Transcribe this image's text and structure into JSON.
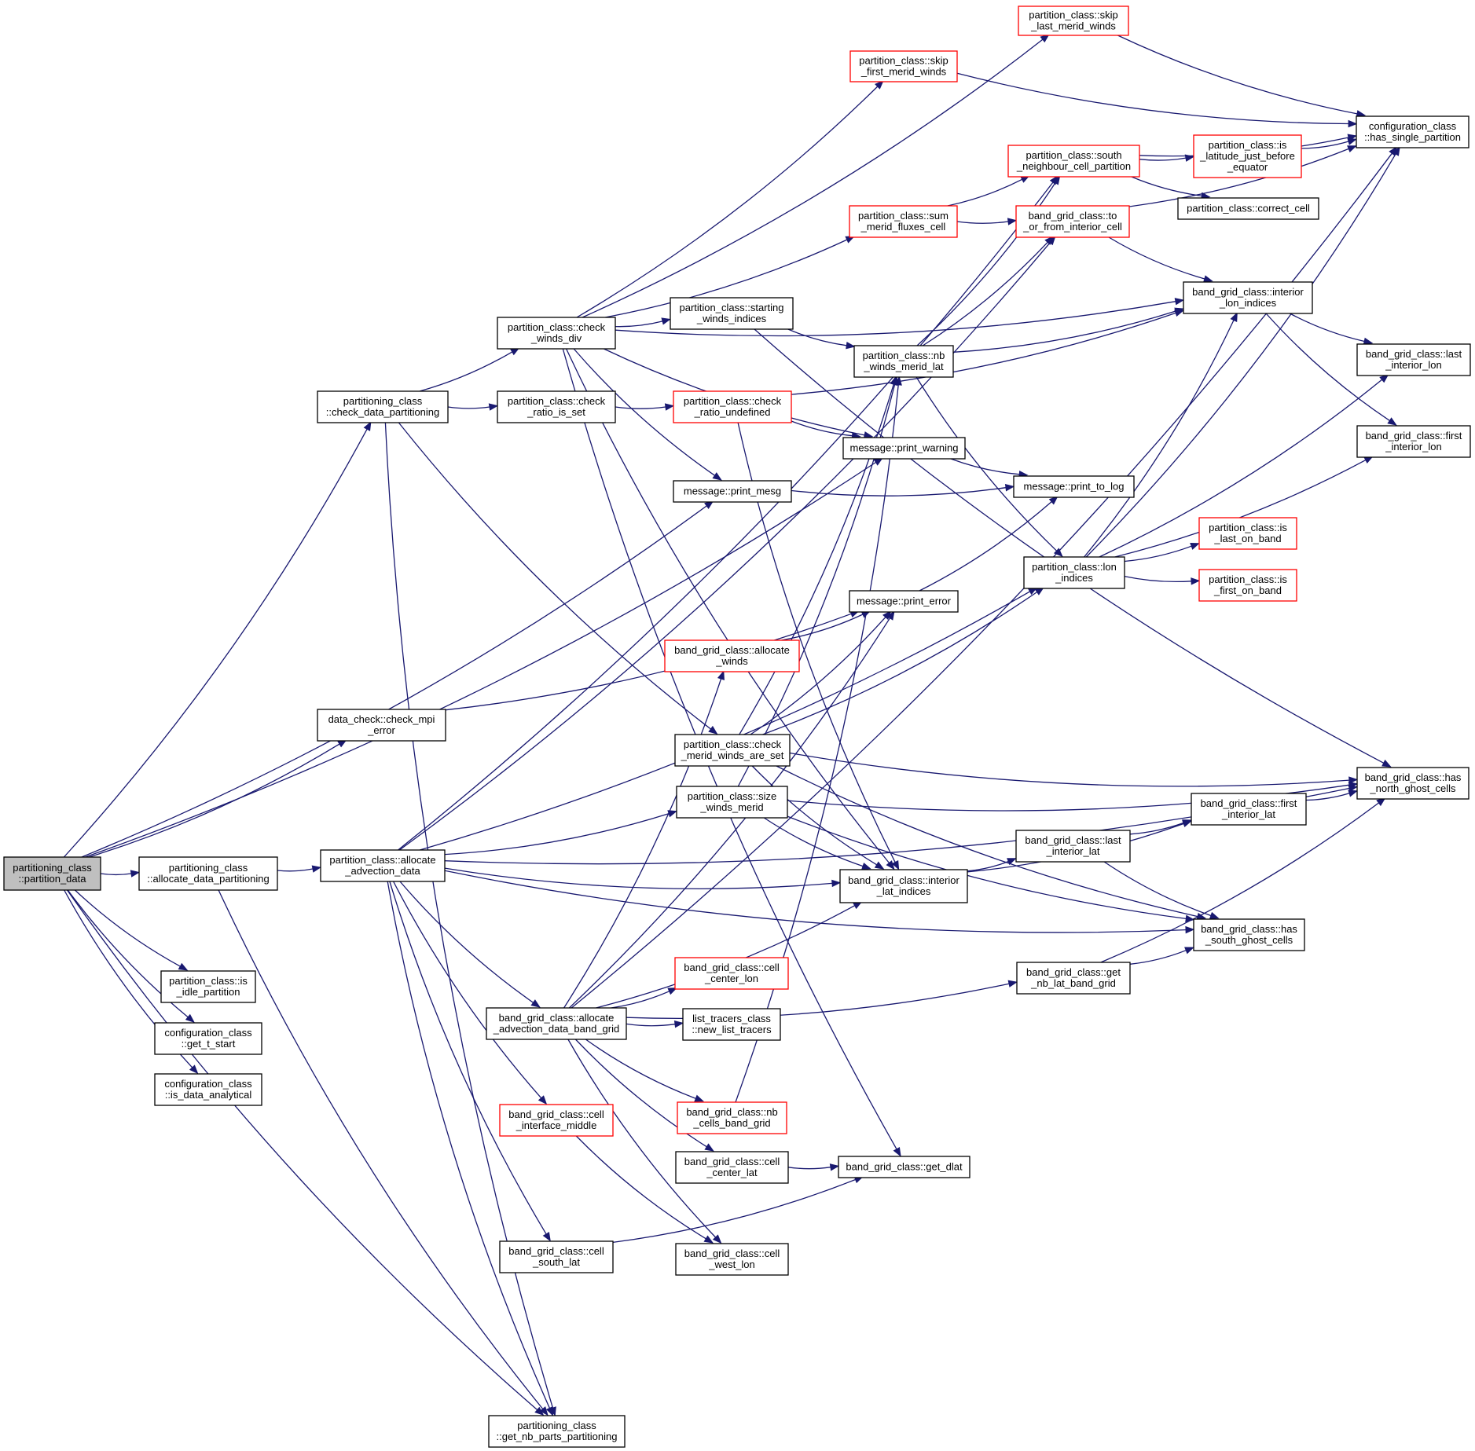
{
  "colors": {
    "edge": "#191970",
    "node_border": "#000000",
    "red_border": "#ff0000",
    "root_fill": "#bfbfbf"
  },
  "nodes": [
    {
      "id": "partition_data",
      "lines": [
        "partitioning_class",
        "::partition_data"
      ],
      "style": "root"
    },
    {
      "id": "check_data_partitioning",
      "lines": [
        "partitioning_class",
        "::check_data_partitioning"
      ],
      "style": "normal"
    },
    {
      "id": "allocate_data_partitioning",
      "lines": [
        "partitioning_class",
        "::allocate_data_partitioning"
      ],
      "style": "normal"
    },
    {
      "id": "check_mpi_error",
      "lines": [
        "data_check::check_mpi",
        "_error"
      ],
      "style": "normal"
    },
    {
      "id": "is_idle_partition",
      "lines": [
        "partition_class::is",
        "_idle_partition"
      ],
      "style": "normal"
    },
    {
      "id": "get_t_start",
      "lines": [
        "configuration_class",
        "::get_t_start"
      ],
      "style": "normal"
    },
    {
      "id": "is_data_analytical",
      "lines": [
        "configuration_class",
        "::is_data_analytical"
      ],
      "style": "normal"
    },
    {
      "id": "check_winds_div",
      "lines": [
        "partition_class::check",
        "_winds_div"
      ],
      "style": "normal"
    },
    {
      "id": "check_ratio_is_set",
      "lines": [
        "partition_class::check",
        "_ratio_is_set"
      ],
      "style": "normal"
    },
    {
      "id": "allocate_advection_data",
      "lines": [
        "partition_class::allocate",
        "_advection_data"
      ],
      "style": "normal"
    },
    {
      "id": "allocate_advection_data_band_grid",
      "lines": [
        "band_grid_class::allocate",
        "_advection_data_band_grid"
      ],
      "style": "normal"
    },
    {
      "id": "cell_interface_middle",
      "lines": [
        "band_grid_class::cell",
        "_interface_middle"
      ],
      "style": "red"
    },
    {
      "id": "cell_south_lat",
      "lines": [
        "band_grid_class::cell",
        "_south_lat"
      ],
      "style": "normal"
    },
    {
      "id": "get_nb_parts_partitioning",
      "lines": [
        "partitioning_class",
        "::get_nb_parts_partitioning"
      ],
      "style": "normal"
    },
    {
      "id": "skip_first_merid_winds",
      "lines": [
        "partition_class::skip",
        "_first_merid_winds"
      ],
      "style": "red"
    },
    {
      "id": "starting_winds_indices",
      "lines": [
        "partition_class::starting",
        "_winds_indices"
      ],
      "style": "normal"
    },
    {
      "id": "check_ratio_undefined",
      "lines": [
        "partition_class::check",
        "_ratio_undefined"
      ],
      "style": "red"
    },
    {
      "id": "print_mesg",
      "lines": [
        "message::print_mesg"
      ],
      "style": "normal"
    },
    {
      "id": "allocate_winds",
      "lines": [
        "band_grid_class::allocate",
        "_winds"
      ],
      "style": "red"
    },
    {
      "id": "check_merid_winds_are_set",
      "lines": [
        "partition_class::check",
        "_merid_winds_are_set"
      ],
      "style": "normal"
    },
    {
      "id": "size_winds_merid",
      "lines": [
        "partition_class::size",
        "_winds_merid"
      ],
      "style": "normal"
    },
    {
      "id": "cell_center_lon",
      "lines": [
        "band_grid_class::cell",
        "_center_lon"
      ],
      "style": "red"
    },
    {
      "id": "new_list_tracers",
      "lines": [
        "list_tracers_class",
        "::new_list_tracers"
      ],
      "style": "normal"
    },
    {
      "id": "nb_cells_band_grid",
      "lines": [
        "band_grid_class::nb",
        "_cells_band_grid"
      ],
      "style": "red"
    },
    {
      "id": "cell_center_lat",
      "lines": [
        "band_grid_class::cell",
        "_center_lat"
      ],
      "style": "normal"
    },
    {
      "id": "cell_west_lon",
      "lines": [
        "band_grid_class::cell",
        "_west_lon"
      ],
      "style": "normal"
    },
    {
      "id": "sum_merid_fluxes_cell",
      "lines": [
        "partition_class::sum",
        "_merid_fluxes_cell"
      ],
      "style": "red"
    },
    {
      "id": "nb_winds_merid_lat",
      "lines": [
        "partition_class::nb",
        "_winds_merid_lat"
      ],
      "style": "normal"
    },
    {
      "id": "print_warning",
      "lines": [
        "message::print_warning"
      ],
      "style": "normal"
    },
    {
      "id": "print_error",
      "lines": [
        "message::print_error"
      ],
      "style": "normal"
    },
    {
      "id": "interior_lat_indices",
      "lines": [
        "band_grid_class::interior",
        "_lat_indices"
      ],
      "style": "normal"
    },
    {
      "id": "get_dlat",
      "lines": [
        "band_grid_class::get_dlat"
      ],
      "style": "normal"
    },
    {
      "id": "skip_last_merid_winds",
      "lines": [
        "partition_class::skip",
        "_last_merid_winds"
      ],
      "style": "red"
    },
    {
      "id": "south_neighbour_cell_partition",
      "lines": [
        "partition_class::south",
        "_neighbour_cell_partition"
      ],
      "style": "red"
    },
    {
      "id": "to_or_from_interior_cell",
      "lines": [
        "band_grid_class::to",
        "_or_from_interior_cell"
      ],
      "style": "red"
    },
    {
      "id": "print_to_log",
      "lines": [
        "message::print_to_log"
      ],
      "style": "normal"
    },
    {
      "id": "lon_indices",
      "lines": [
        "partition_class::lon",
        "_indices"
      ],
      "style": "normal"
    },
    {
      "id": "last_interior_lat",
      "lines": [
        "band_grid_class::last",
        "_interior_lat"
      ],
      "style": "normal"
    },
    {
      "id": "get_nb_lat_band_grid",
      "lines": [
        "band_grid_class::get",
        "_nb_lat_band_grid"
      ],
      "style": "normal"
    },
    {
      "id": "is_latitude_just_before_equator",
      "lines": [
        "partition_class::is",
        "_latitude_just_before",
        "_equator"
      ],
      "style": "red"
    },
    {
      "id": "correct_cell",
      "lines": [
        "partition_class::correct_cell"
      ],
      "style": "normal"
    },
    {
      "id": "interior_lon_indices",
      "lines": [
        "band_grid_class::interior",
        "_lon_indices"
      ],
      "style": "normal"
    },
    {
      "id": "is_last_on_band",
      "lines": [
        "partition_class::is",
        "_last_on_band"
      ],
      "style": "red"
    },
    {
      "id": "is_first_on_band",
      "lines": [
        "partition_class::is",
        "_first_on_band"
      ],
      "style": "red"
    },
    {
      "id": "first_interior_lat",
      "lines": [
        "band_grid_class::first",
        "_interior_lat"
      ],
      "style": "normal"
    },
    {
      "id": "has_south_ghost_cells",
      "lines": [
        "band_grid_class::has",
        "_south_ghost_cells"
      ],
      "style": "normal"
    },
    {
      "id": "has_single_partition",
      "lines": [
        "configuration_class",
        "::has_single_partition"
      ],
      "style": "normal"
    },
    {
      "id": "last_interior_lon",
      "lines": [
        "band_grid_class::last",
        "_interior_lon"
      ],
      "style": "normal"
    },
    {
      "id": "first_interior_lon",
      "lines": [
        "band_grid_class::first",
        "_interior_lon"
      ],
      "style": "normal"
    },
    {
      "id": "has_north_ghost_cells",
      "lines": [
        "band_grid_class::has",
        "_north_ghost_cells"
      ],
      "style": "normal"
    }
  ],
  "edges": [
    [
      "partition_data",
      "check_data_partitioning"
    ],
    [
      "partition_data",
      "allocate_data_partitioning"
    ],
    [
      "partition_data",
      "check_mpi_error"
    ],
    [
      "partition_data",
      "is_idle_partition"
    ],
    [
      "partition_data",
      "get_t_start"
    ],
    [
      "partition_data",
      "is_data_analytical"
    ],
    [
      "partition_data",
      "print_mesg"
    ],
    [
      "partition_data",
      "print_warning"
    ],
    [
      "partition_data",
      "get_nb_parts_partitioning"
    ],
    [
      "check_data_partitioning",
      "check_winds_div"
    ],
    [
      "check_data_partitioning",
      "check_ratio_is_set"
    ],
    [
      "check_data_partitioning",
      "check_merid_winds_are_set"
    ],
    [
      "check_data_partitioning",
      "get_nb_parts_partitioning"
    ],
    [
      "allocate_data_partitioning",
      "allocate_advection_data"
    ],
    [
      "allocate_data_partitioning",
      "get_nb_parts_partitioning"
    ],
    [
      "check_mpi_error",
      "print_error"
    ],
    [
      "check_winds_div",
      "skip_first_merid_winds"
    ],
    [
      "check_winds_div",
      "skip_last_merid_winds"
    ],
    [
      "check_winds_div",
      "starting_winds_indices"
    ],
    [
      "check_winds_div",
      "sum_merid_fluxes_cell"
    ],
    [
      "check_winds_div",
      "interior_lon_indices"
    ],
    [
      "check_winds_div",
      "print_mesg"
    ],
    [
      "check_winds_div",
      "print_warning"
    ],
    [
      "check_winds_div",
      "interior_lat_indices"
    ],
    [
      "check_winds_div",
      "get_dlat"
    ],
    [
      "check_ratio_is_set",
      "check_ratio_undefined"
    ],
    [
      "check_ratio_undefined",
      "print_warning"
    ],
    [
      "check_ratio_undefined",
      "interior_lon_indices"
    ],
    [
      "check_ratio_undefined",
      "interior_lat_indices"
    ],
    [
      "allocate_advection_data",
      "allocate_advection_data_band_grid"
    ],
    [
      "allocate_advection_data",
      "size_winds_merid"
    ],
    [
      "allocate_advection_data",
      "interior_lat_indices"
    ],
    [
      "allocate_advection_data",
      "cell_interface_middle"
    ],
    [
      "allocate_advection_data",
      "cell_south_lat"
    ],
    [
      "allocate_advection_data",
      "get_nb_parts_partitioning"
    ],
    [
      "allocate_advection_data",
      "south_neighbour_cell_partition"
    ],
    [
      "allocate_advection_data",
      "to_or_from_interior_cell"
    ],
    [
      "allocate_advection_data",
      "lon_indices"
    ],
    [
      "allocate_advection_data",
      "has_south_ghost_cells"
    ],
    [
      "allocate_advection_data",
      "has_north_ghost_cells"
    ],
    [
      "allocate_advection_data_band_grid",
      "cell_center_lon"
    ],
    [
      "allocate_advection_data_band_grid",
      "new_list_tracers"
    ],
    [
      "allocate_advection_data_band_grid",
      "nb_cells_band_grid"
    ],
    [
      "allocate_advection_data_band_grid",
      "cell_center_lat"
    ],
    [
      "allocate_advection_data_band_grid",
      "cell_west_lon"
    ],
    [
      "allocate_advection_data_band_grid",
      "allocate_winds"
    ],
    [
      "allocate_advection_data_band_grid",
      "print_error"
    ],
    [
      "allocate_advection_data_band_grid",
      "interior_lat_indices"
    ],
    [
      "allocate_advection_data_band_grid",
      "get_nb_lat_band_grid"
    ],
    [
      "allocate_advection_data_band_grid",
      "has_single_partition"
    ],
    [
      "cell_interface_middle",
      "cell_west_lon"
    ],
    [
      "cell_south_lat",
      "get_dlat"
    ],
    [
      "allocate_winds",
      "print_error"
    ],
    [
      "nb_cells_band_grid",
      "nb_winds_merid_lat"
    ],
    [
      "cell_center_lat",
      "get_dlat"
    ],
    [
      "check_merid_winds_are_set",
      "nb_winds_merid_lat"
    ],
    [
      "check_merid_winds_are_set",
      "print_error"
    ],
    [
      "check_merid_winds_are_set",
      "lon_indices"
    ],
    [
      "check_merid_winds_are_set",
      "interior_lat_indices"
    ],
    [
      "check_merid_winds_are_set",
      "has_north_ghost_cells"
    ],
    [
      "check_merid_winds_are_set",
      "has_south_ghost_cells"
    ],
    [
      "size_winds_merid",
      "nb_winds_merid_lat"
    ],
    [
      "size_winds_merid",
      "interior_lat_indices"
    ],
    [
      "size_winds_merid",
      "has_north_ghost_cells"
    ],
    [
      "size_winds_merid",
      "has_south_ghost_cells"
    ],
    [
      "starting_winds_indices",
      "nb_winds_merid_lat"
    ],
    [
      "starting_winds_indices",
      "has_north_ghost_cells"
    ],
    [
      "sum_merid_fluxes_cell",
      "to_or_from_interior_cell"
    ],
    [
      "sum_merid_fluxes_cell",
      "south_neighbour_cell_partition"
    ],
    [
      "nb_winds_merid_lat",
      "south_neighbour_cell_partition"
    ],
    [
      "nb_winds_merid_lat",
      "to_or_from_interior_cell"
    ],
    [
      "nb_winds_merid_lat",
      "interior_lon_indices"
    ],
    [
      "nb_winds_merid_lat",
      "lon_indices"
    ],
    [
      "print_warning",
      "print_to_log"
    ],
    [
      "print_mesg",
      "print_to_log"
    ],
    [
      "print_error",
      "print_to_log"
    ],
    [
      "interior_lat_indices",
      "first_interior_lat"
    ],
    [
      "interior_lat_indices",
      "last_interior_lat"
    ],
    [
      "last_interior_lat",
      "first_interior_lat"
    ],
    [
      "last_interior_lat",
      "has_south_ghost_cells"
    ],
    [
      "get_nb_lat_band_grid",
      "has_south_ghost_cells"
    ],
    [
      "get_nb_lat_band_grid",
      "has_north_ghost_cells"
    ],
    [
      "first_interior_lat",
      "has_north_ghost_cells"
    ],
    [
      "skip_first_merid_winds",
      "has_single_partition"
    ],
    [
      "skip_last_merid_winds",
      "has_single_partition"
    ],
    [
      "south_neighbour_cell_partition",
      "is_latitude_just_before_equator"
    ],
    [
      "south_neighbour_cell_partition",
      "correct_cell"
    ],
    [
      "south_neighbour_cell_partition",
      "has_single_partition"
    ],
    [
      "is_latitude_just_before_equator",
      "has_single_partition"
    ],
    [
      "to_or_from_interior_cell",
      "interior_lon_indices"
    ],
    [
      "to_or_from_interior_cell",
      "has_single_partition"
    ],
    [
      "interior_lon_indices",
      "last_interior_lon"
    ],
    [
      "interior_lon_indices",
      "first_interior_lon"
    ],
    [
      "lon_indices",
      "is_last_on_band"
    ],
    [
      "lon_indices",
      "is_first_on_band"
    ],
    [
      "lon_indices",
      "interior_lon_indices"
    ],
    [
      "lon_indices",
      "last_interior_lon"
    ],
    [
      "lon_indices",
      "first_interior_lon"
    ],
    [
      "lon_indices",
      "has_single_partition"
    ]
  ]
}
